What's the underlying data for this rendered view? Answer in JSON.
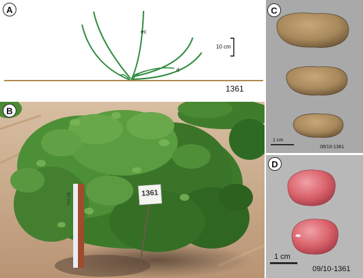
{
  "panels": {
    "a": {
      "label": "A",
      "annotations": {
        "ec": "ec",
        "rl": "rl",
        "scale": "10 cm",
        "accession": "1361"
      }
    },
    "b": {
      "label": "B",
      "stake_text": "30 cm",
      "tag_text": "1361"
    },
    "c": {
      "label": "C",
      "scale": "1 cm",
      "accession": "09/10-1361"
    },
    "d": {
      "label": "D",
      "scale": "1 cm",
      "accession": "09/10-1361"
    }
  },
  "colors": {
    "plant_line": "#2e8b3e",
    "ground_line": "#b08a4a",
    "soil": "#c9a987",
    "foliage": "#3c7a2a",
    "seed_c": "#a8895c",
    "seed_d": "#d9626b"
  }
}
